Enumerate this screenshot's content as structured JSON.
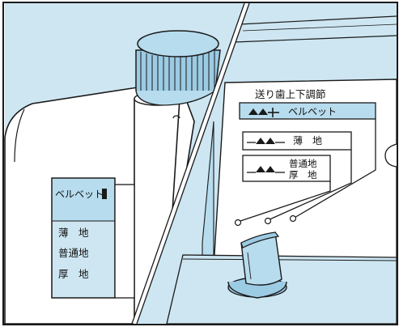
{
  "left_panel": {
    "label_velvet": "ベルベット",
    "label_thin": "薄　地",
    "label_normal": "普通地",
    "label_thick": "厚　地"
  },
  "right_panel": {
    "title": "送り歯上下調節",
    "row_velvet": "ベルベット",
    "row_thin": "薄　地",
    "row_normal": "普通地",
    "row_thick": "厚　地"
  },
  "colors": {
    "bg_blue": "#cde6f2",
    "light_blue": "#b7dcee",
    "line": "#1a1a1a",
    "white": "#ffffff"
  }
}
